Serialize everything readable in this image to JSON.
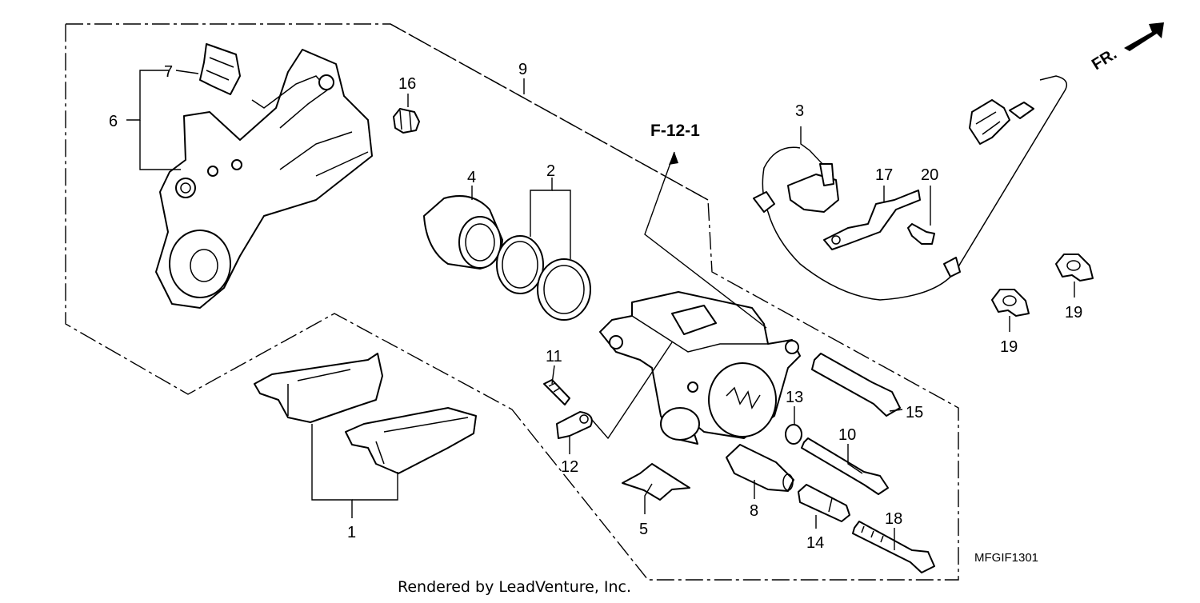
{
  "diagram": {
    "code": "MFGIF1301",
    "rendered_by": "Rendered by LeadVenture, Inc.",
    "reference": "F-12-1",
    "direction": "FR.",
    "callouts": [
      "1",
      "2",
      "3",
      "4",
      "5",
      "6",
      "7",
      "8",
      "9",
      "10",
      "11",
      "12",
      "13",
      "14",
      "15",
      "16",
      "17",
      "18",
      "19",
      "19",
      "20"
    ]
  }
}
